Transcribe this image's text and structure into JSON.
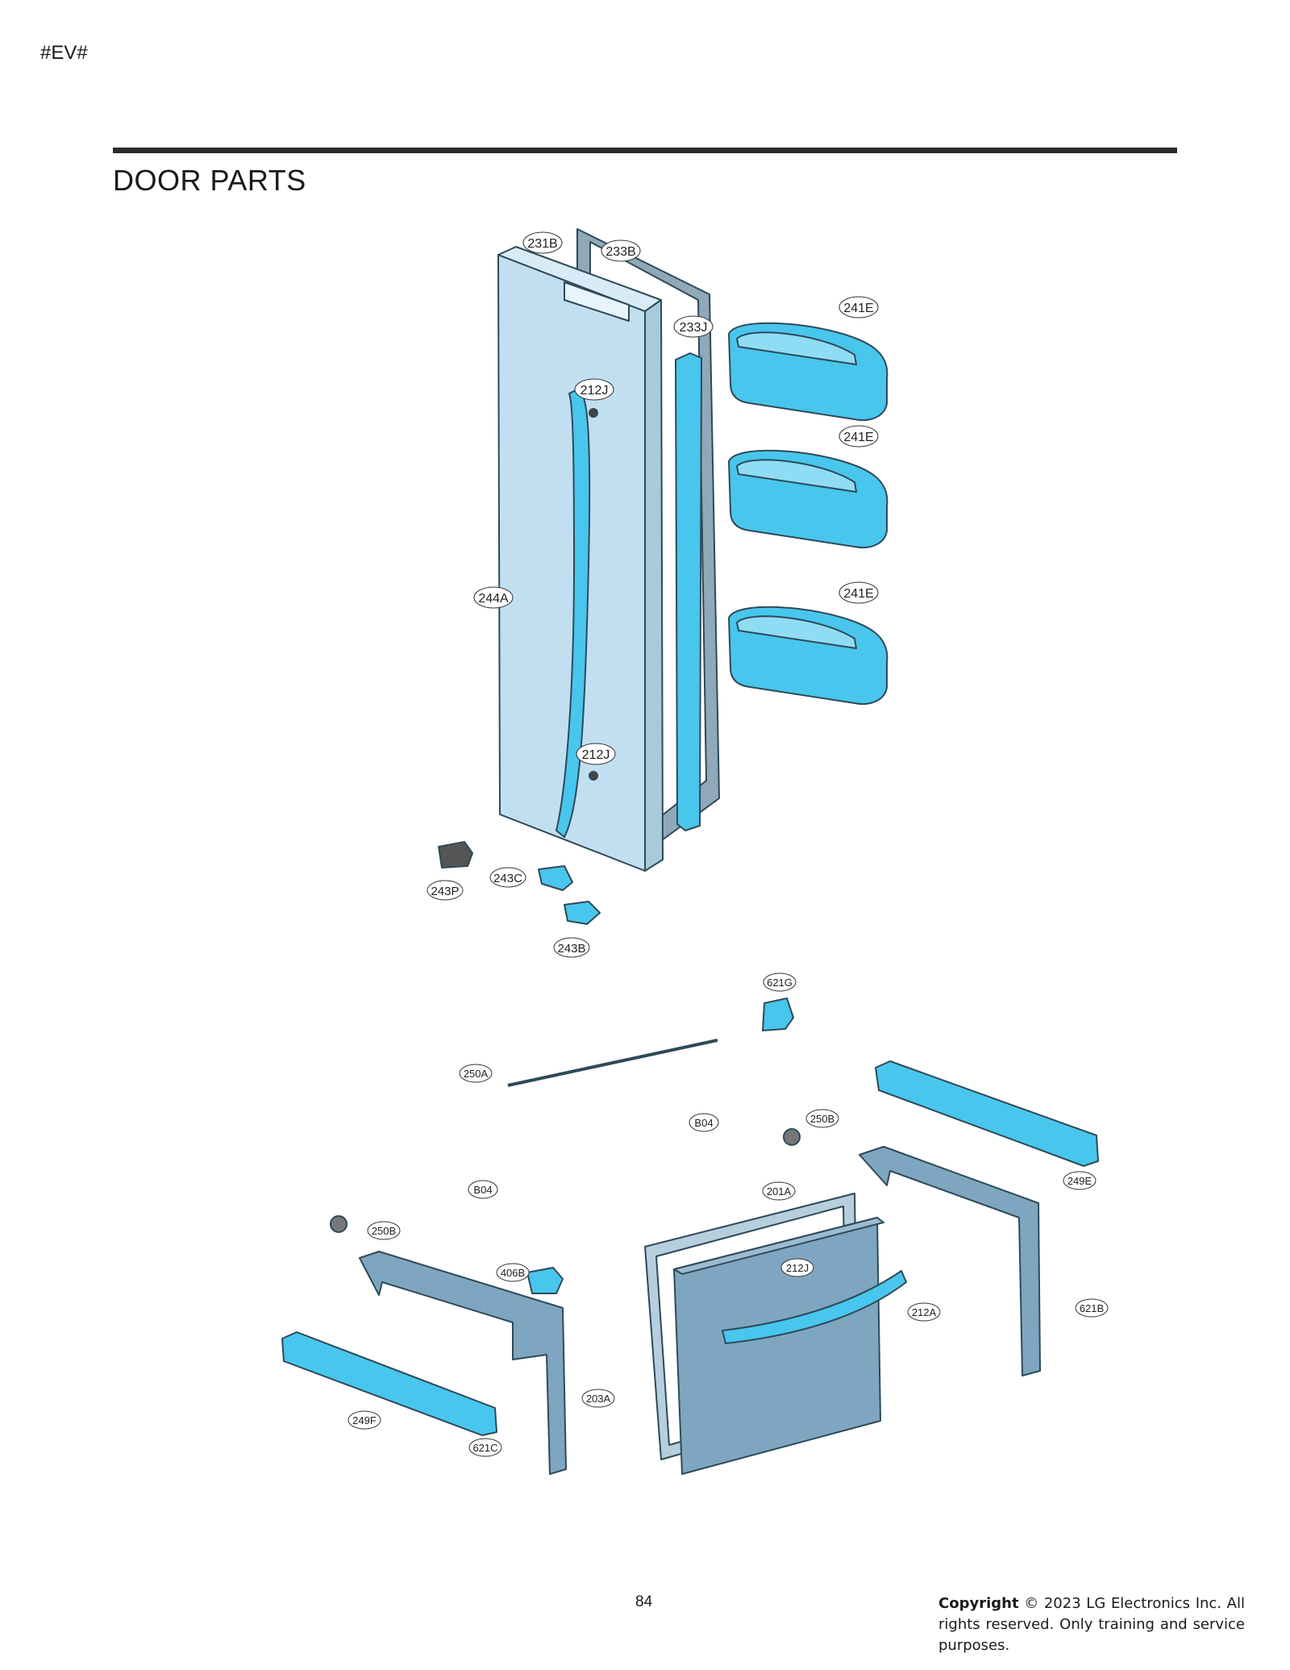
{
  "header": {
    "model_code": "#EV#",
    "section_title": "DOOR PARTS"
  },
  "colors": {
    "part_fill": "#48c6ee",
    "door_fill": "#c2dff2",
    "dark_part_fill": "#7fa6c0",
    "outline": "#2e4a58"
  },
  "callouts": {
    "c231B": "231B",
    "c233B": "233B",
    "c233J": "233J",
    "c212J_top": "212J",
    "c212J_mid": "212J",
    "c241E_1": "241E",
    "c241E_2": "241E",
    "c241E_3": "241E",
    "c244A": "244A",
    "c243P": "243P",
    "c243C": "243C",
    "c243B": "243B",
    "c621G": "621G",
    "c250A": "250A",
    "c B04_1": "B04",
    "cB04_1": "B04",
    "cB04_2": "B04",
    "c250B_1": "250B",
    "c250B_2": "250B",
    "c249E": "249E",
    "c201A": "201A",
    "c212J_bot": "212J",
    "c406B": "406B",
    "c212A": "212A",
    "c621B": "621B",
    "c203A": "203A",
    "c249F": "249F",
    "c621C": "621C"
  },
  "footer": {
    "page_number": "84",
    "copyright_lead": "Copyright",
    "copyright_rest": " © 2023 LG Electronics Inc. All rights reserved. Only training and service purposes."
  }
}
